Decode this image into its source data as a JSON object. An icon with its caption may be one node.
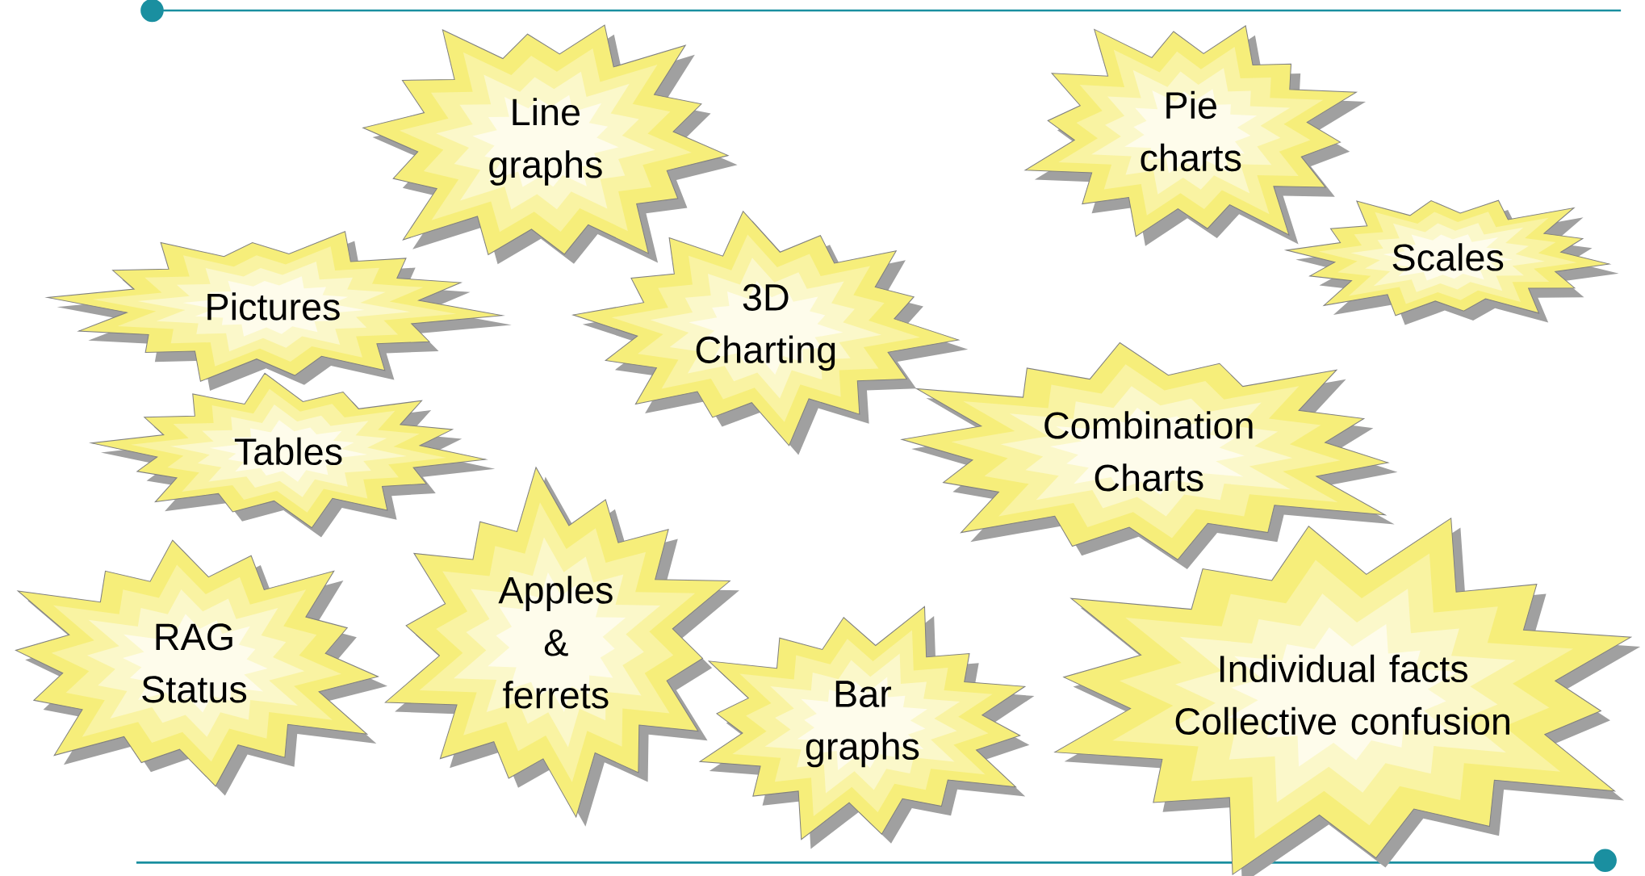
{
  "diagram": {
    "nodes": [
      {
        "text": [
          "Line graphs"
        ]
      },
      {
        "text": [
          "Pie charts"
        ]
      },
      {
        "text": [
          "Pictures"
        ]
      },
      {
        "text": [
          "Scales"
        ]
      },
      {
        "text": [
          "3D Charting"
        ]
      },
      {
        "text": [
          "Tables"
        ]
      },
      {
        "text": [
          "Combination Charts"
        ]
      },
      {
        "text": [
          "RAG Status"
        ]
      },
      {
        "text": [
          "Apples & ferrets"
        ]
      },
      {
        "text": [
          "Bar graphs"
        ]
      },
      {
        "text": [
          "Individual facts Collective confusion"
        ]
      }
    ]
  }
}
